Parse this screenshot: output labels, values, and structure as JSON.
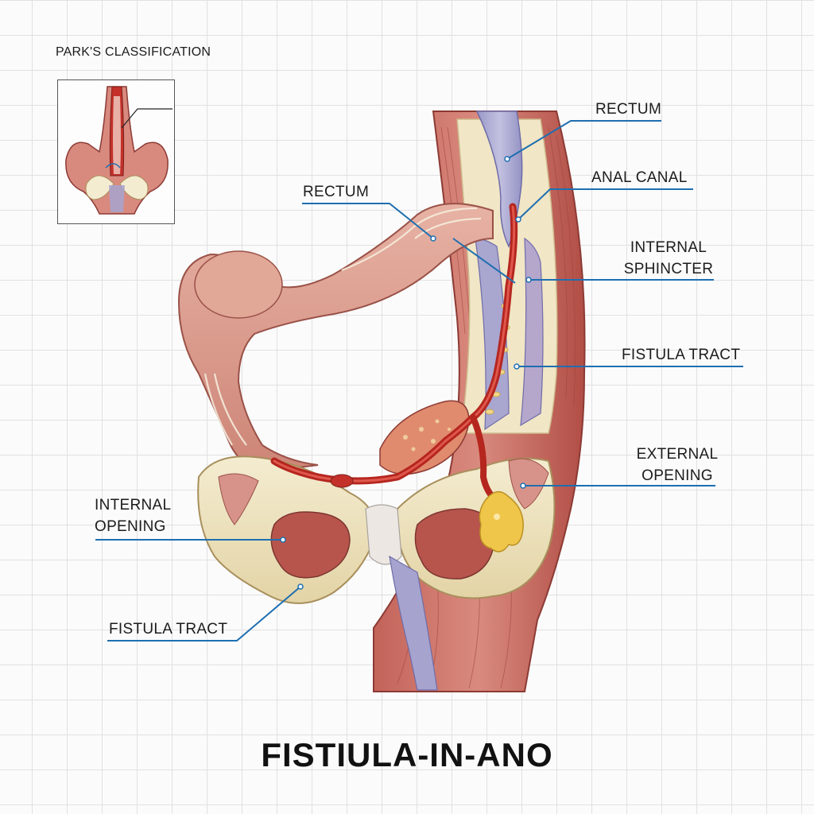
{
  "inset": {
    "title": "PARK'S CLASSIFICATION"
  },
  "title": "FISTIULA-IN-ANO",
  "labels": {
    "rectum_top": "RECTUM",
    "anal_canal": "ANAL CANAL",
    "rectum_left": "RECTUM",
    "internal_sphincter": [
      "INTERNAL",
      "SPHINCTER"
    ],
    "fistula_tract_right": "FISTULA TRACT",
    "external_opening": [
      "EXTERNAL",
      "OPENING"
    ],
    "internal_opening": [
      "INTERNAL",
      "OPENING"
    ],
    "fistula_tract_bottom": "FISTULA TRACT"
  },
  "colors": {
    "leader": "#1e6fb0",
    "muscle": "#b8524a",
    "muscle_light": "#d98a7e",
    "bone": "#eee3bd",
    "mucosa": "#a7a6d2",
    "tract": "#c4312a",
    "pus": "#f0c64a"
  }
}
